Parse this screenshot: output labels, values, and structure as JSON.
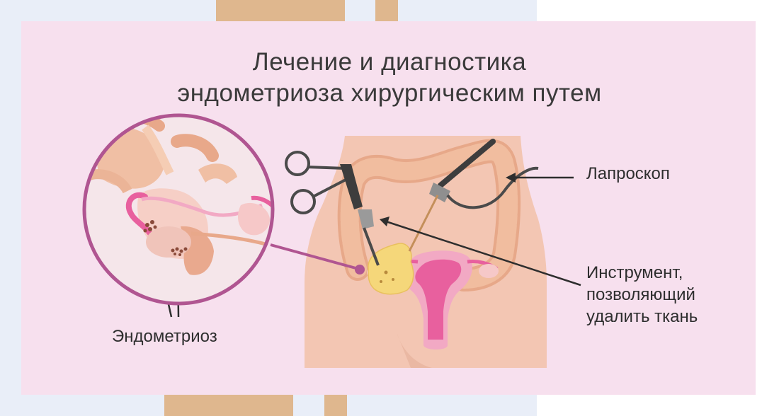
{
  "title": {
    "line1": "Лечение и диагностика",
    "line2": "эндометриоза хирургическим путем"
  },
  "labels": {
    "laparoscope": "Лапроскоп",
    "instrument": [
      "Инструмент,",
      "позволяющий",
      "удалить ткань"
    ],
    "endometriosis": "Эндометриоз"
  },
  "colors": {
    "panel": "#f7e0ee",
    "body": "#f3c6b3",
    "intestine": "#f0b89a",
    "uterus": "#e8609e",
    "lesion": "#f5d77a",
    "zoom_ring": "#b05591",
    "accent_brown": "#dfb78e"
  },
  "icons": [
    "scissors-instrument-icon",
    "laparoscope-icon",
    "zoom-lens-icon"
  ]
}
